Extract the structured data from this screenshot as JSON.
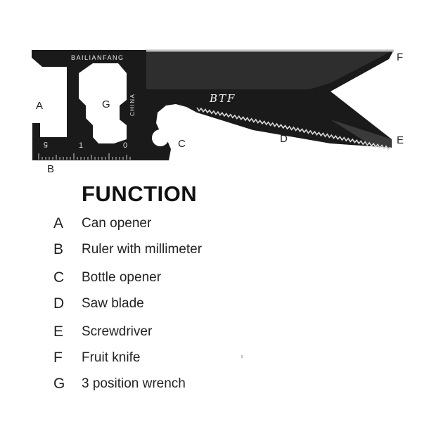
{
  "tool": {
    "brand": "BAILIANFANG",
    "origin": "CHINA",
    "logo_text": "BTF",
    "ruler_numbers": [
      "5",
      "1",
      "0"
    ],
    "body_color": "#1a1a1a",
    "blade_color": "#2b2b2b",
    "edge_color": "#bdbdbd"
  },
  "callouts": {
    "A": "A",
    "B": "B",
    "C": "C",
    "D": "D",
    "E": "E",
    "F": "F",
    "G": "G"
  },
  "function": {
    "heading": "FUNCTION",
    "items": [
      {
        "letter": "A",
        "label": "Can opener"
      },
      {
        "letter": "B",
        "label": "Ruler with millimeter"
      },
      {
        "letter": "C",
        "label": "Bottle opener"
      },
      {
        "letter": "D",
        "label": "Saw blade"
      },
      {
        "letter": "E",
        "label": "Screwdriver"
      },
      {
        "letter": "F",
        "label": "Fruit knife"
      },
      {
        "letter": "G",
        "label": "3 position wrench"
      }
    ]
  }
}
